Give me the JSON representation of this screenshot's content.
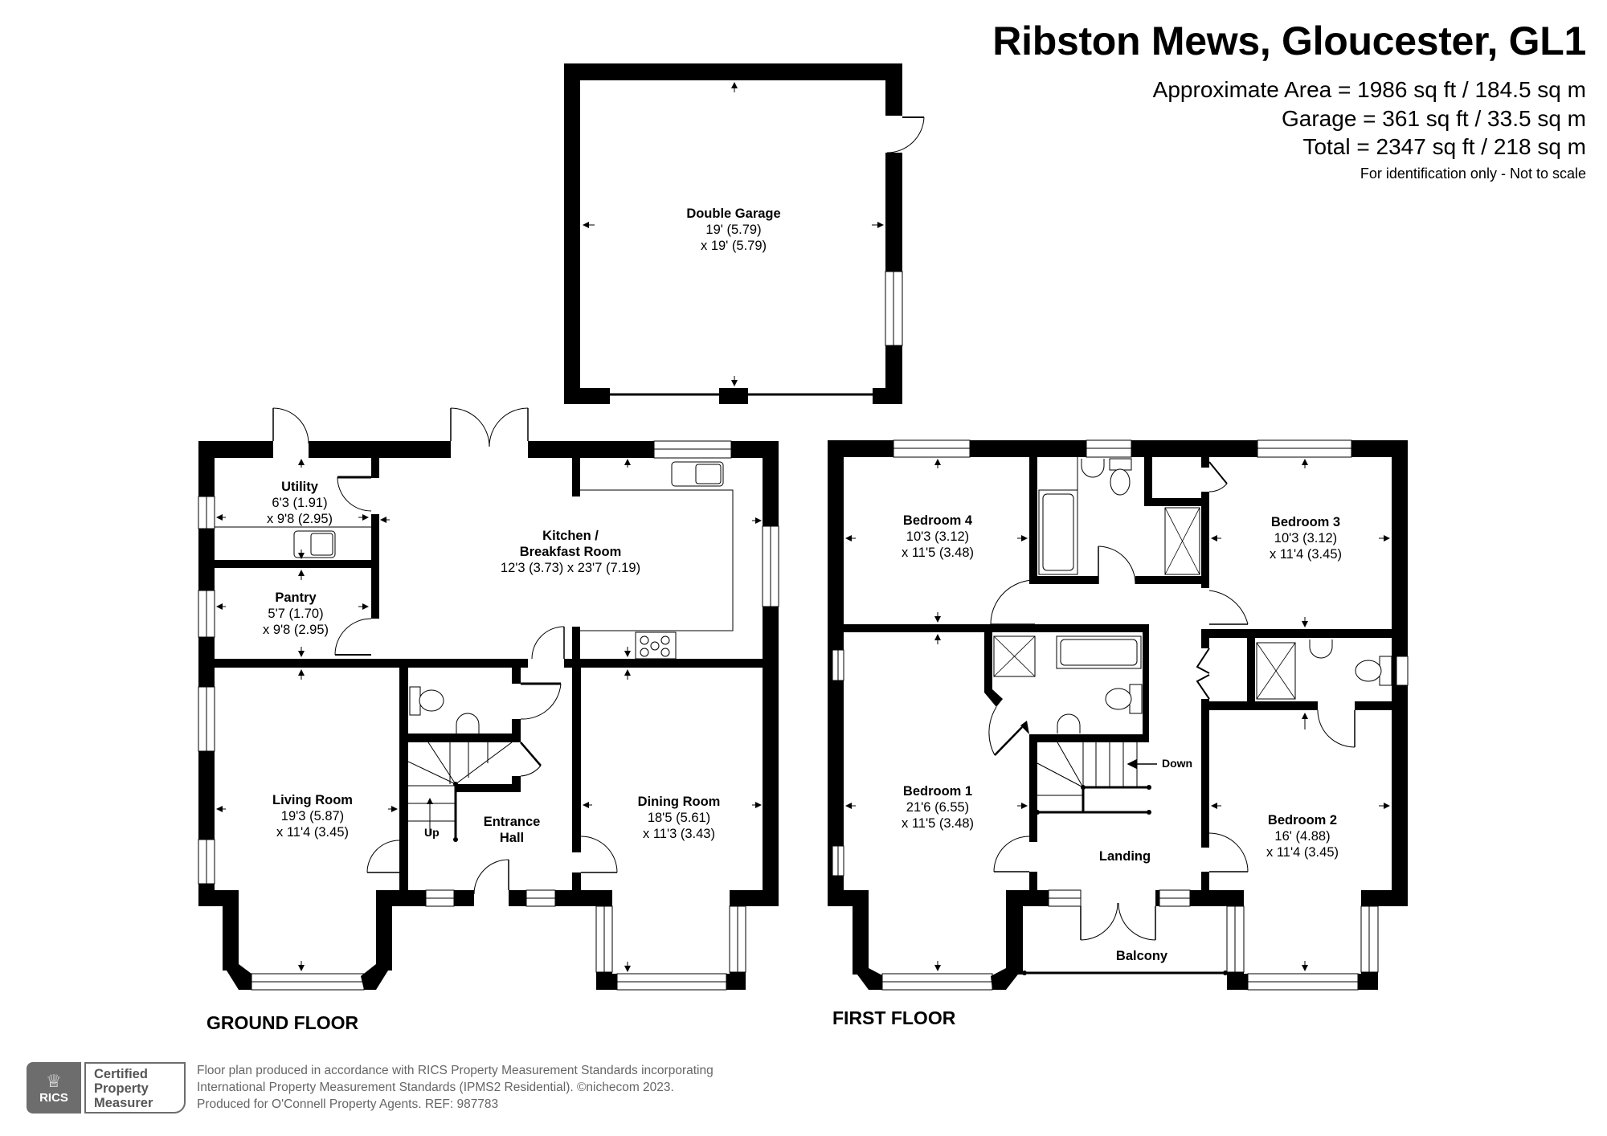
{
  "header": {
    "title": "Ribston Mews, Gloucester, GL1",
    "area_lines": [
      "Approximate Area = 1986 sq ft / 184.5 sq m",
      "Garage = 361 sq ft / 33.5 sq m",
      "Total = 2347 sq ft / 218 sq m"
    ],
    "disclaimer": "For identification only - Not to scale"
  },
  "garage": {
    "rooms": [
      {
        "name": "Double Garage",
        "dim1": "19' (5.79)",
        "dim2": "x 19' (5.79)"
      }
    ]
  },
  "ground_floor": {
    "label": "GROUND FLOOR",
    "stair_label": "Up",
    "rooms": [
      {
        "name": "Utility",
        "dim1": "6'3 (1.91)",
        "dim2": "x 9'8 (2.95)"
      },
      {
        "name": "Pantry",
        "dim1": "5'7 (1.70)",
        "dim2": "x 9'8 (2.95)"
      },
      {
        "name": "Kitchen /",
        "name2": "Breakfast Room",
        "dim1": "12'3 (3.73) x 23'7 (7.19)"
      },
      {
        "name": "Living Room",
        "dim1": "19'3 (5.87)",
        "dim2": "x 11'4 (3.45)"
      },
      {
        "name": "Entrance",
        "name2": "Hall"
      },
      {
        "name": "Dining Room",
        "dim1": "18'5 (5.61)",
        "dim2": "x 11'3 (3.43)"
      }
    ]
  },
  "first_floor": {
    "label": "FIRST FLOOR",
    "stair_label": "Down",
    "rooms": [
      {
        "name": "Bedroom 4",
        "dim1": "10'3 (3.12)",
        "dim2": "x 11'5 (3.48)"
      },
      {
        "name": "Bedroom 3",
        "dim1": "10'3 (3.12)",
        "dim2": "x 11'4 (3.45)"
      },
      {
        "name": "Bedroom 1",
        "dim1": "21'6 (6.55)",
        "dim2": "x 11'5 (3.48)"
      },
      {
        "name": "Landing"
      },
      {
        "name": "Bedroom 2",
        "dim1": "16' (4.88)",
        "dim2": "x 11'4 (3.45)"
      },
      {
        "name": "Balcony"
      }
    ]
  },
  "footer": {
    "badge_logo": "RICS",
    "badge_lines": [
      "Certified",
      "Property",
      "Measurer"
    ],
    "text_lines": [
      "Floor plan produced in accordance with RICS Property Measurement Standards incorporating",
      "International Property Measurement Standards (IPMS2 Residential).   ©nichecom 2023.",
      "Produced for O'Connell Property Agents.   REF:  987783"
    ]
  },
  "colors": {
    "wall": "#000000",
    "background": "#ffffff",
    "footer_grey": "#6d6d6d"
  }
}
